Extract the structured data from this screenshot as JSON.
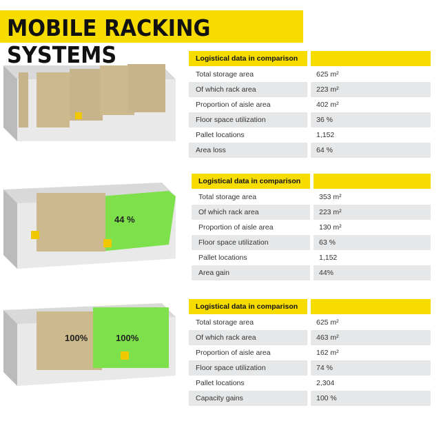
{
  "title": "MOBILE RACKING SYSTEMS",
  "colors": {
    "accent": "#f7dc00",
    "row_alt": "#e6e7e8",
    "green": "#7ee04a"
  },
  "sections": [
    {
      "illustration_label": "",
      "header": "Logistical data in comparison",
      "rows": [
        {
          "label": "Total storage area",
          "value": "625 m²"
        },
        {
          "label": "Of which rack area",
          "value": "223 m²"
        },
        {
          "label": "Proportion of aisle area",
          "value": "402 m²"
        },
        {
          "label": "Floor space utilization",
          "value": "36 %"
        },
        {
          "label": "Pallet locations",
          "value": "1,152"
        },
        {
          "label": "Area loss",
          "value": "64 %"
        }
      ]
    },
    {
      "illustration_label": "44 %",
      "header": "Logistical data in comparison",
      "rows": [
        {
          "label": "Total storage area",
          "value": "353 m²"
        },
        {
          "label": "Of which rack area",
          "value": "223 m²"
        },
        {
          "label": "Proportion of aisle area",
          "value": "130 m²"
        },
        {
          "label": "Floor space utilization",
          "value": "63 %"
        },
        {
          "label": "Pallet locations",
          "value": "1,152"
        },
        {
          "label": "Area gain",
          "value": "44%"
        }
      ]
    },
    {
      "illustration_label": "100%",
      "illustration_label_2": "100%",
      "header": "Logistical data in comparison",
      "rows": [
        {
          "label": "Total storage area",
          "value": "625 m²"
        },
        {
          "label": "Of which rack area",
          "value": "463 m²"
        },
        {
          "label": "Proportion of aisle area",
          "value": "162 m²"
        },
        {
          "label": "Floor space utilization",
          "value": "74 %"
        },
        {
          "label": "Pallet locations",
          "value": "2,304"
        },
        {
          "label": "Capacity gains",
          "value": "100 %"
        }
      ]
    }
  ]
}
